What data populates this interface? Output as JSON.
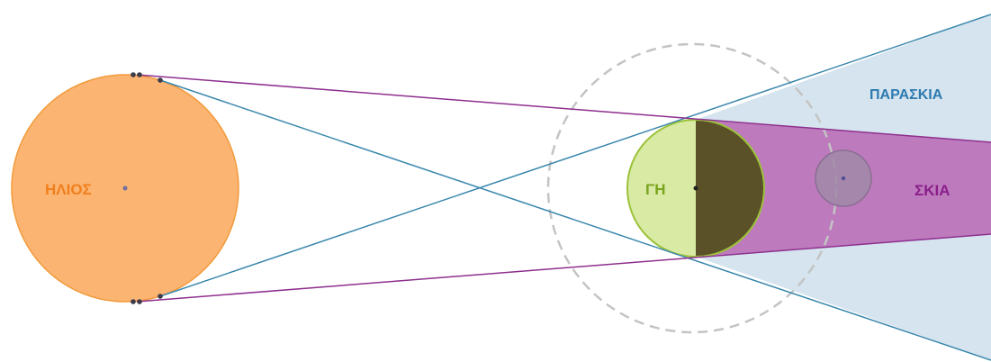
{
  "labels": {
    "sun": "ΗΛΙΟΣ",
    "earth": "ΓΗ",
    "penumbra": "ΠΑΡΑΣΚΙΑ",
    "umbra": "ΣΚΙΑ"
  },
  "colors": {
    "sun_fill": "#fbb471",
    "sun_stroke": "#f29a3a",
    "sun_label": "#f07f1e",
    "earth_day_fill": "#d8eaa4",
    "earth_night_fill": "#5a5128",
    "earth_stroke": "#9cc23a",
    "earth_label": "#7aa41f",
    "penumbra_fill": "#d5e4ee",
    "penumbra_stroke": "#3b88ad",
    "penumbra_label": "#2d7ab0",
    "umbra_fill": "#bd7abd",
    "umbra_stroke": "#8e2f8e",
    "umbra_label": "#8a1e8a",
    "moon_fill": "#a08aa8",
    "moon_stroke": "#8a6e92",
    "orbit_stroke": "#c4c4c4",
    "point_fill": "#3b3b4b"
  }
}
